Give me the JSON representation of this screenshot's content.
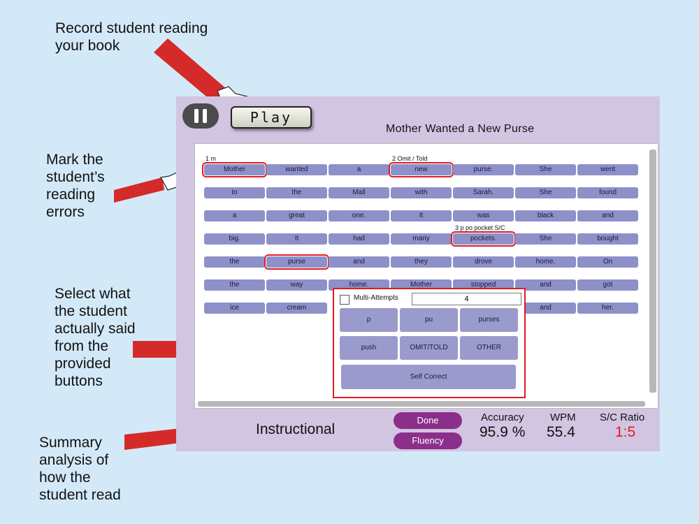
{
  "callouts": {
    "record": "Record student reading\nyour book",
    "mark": "Mark the\nstudent’s\nreading\nerrors",
    "select": "Select what\nthe student\nactually said\nfrom the\nprovided\nbuttons",
    "summary": "Summary\nanalysis of\nhow the\nstudent read"
  },
  "toolbar": {
    "play_label": "Play",
    "story_title": "Mother Wanted a New Purse"
  },
  "passage": {
    "rows": [
      [
        "Mother",
        "wanted",
        "a",
        "new",
        "purse.",
        "She",
        "went"
      ],
      [
        "to",
        "the",
        "Mall",
        "with",
        "Sarah.",
        "She",
        "found"
      ],
      [
        "a",
        "great",
        "one.",
        "It",
        "was",
        "black",
        "and"
      ],
      [
        "big.",
        "It",
        "had",
        "many",
        "pockets.",
        "She",
        "bought"
      ],
      [
        "the",
        "purse",
        "and",
        "they",
        "drove",
        "home.",
        "On"
      ],
      [
        "the",
        "way",
        "home.",
        "Mother",
        "stopped",
        "and",
        "got"
      ],
      [
        "ice",
        "cream",
        "",
        "",
        "",
        "and",
        "her."
      ]
    ],
    "notes": {
      "n1": "1 m",
      "n2": "2  Omit / Told",
      "n3": "3 p po  pocket S/C"
    }
  },
  "popup": {
    "multi_attempts_label": "Multi-Attempts",
    "multi_attempts_value": "4",
    "buttons": [
      "p",
      "pu",
      "purses",
      "push",
      "OMIT/TOLD",
      "OTHER"
    ],
    "self_correct": "Self Correct"
  },
  "summary": {
    "level": "Instructional",
    "done_label": "Done",
    "fluency_label": "Fluency",
    "accuracy_label": "Accuracy",
    "accuracy_value": "95.9 %",
    "wpm_label": "WPM",
    "wpm_value": "55.4",
    "sc_label": "S/C Ratio",
    "sc_value": "1:5"
  },
  "colors": {
    "word": "#8e90c8",
    "error": "#e01b24",
    "pill": "#8b2f8a",
    "panel": "#d2c5e2",
    "background": "#d4e9f8",
    "hand": "#d42a2a"
  }
}
